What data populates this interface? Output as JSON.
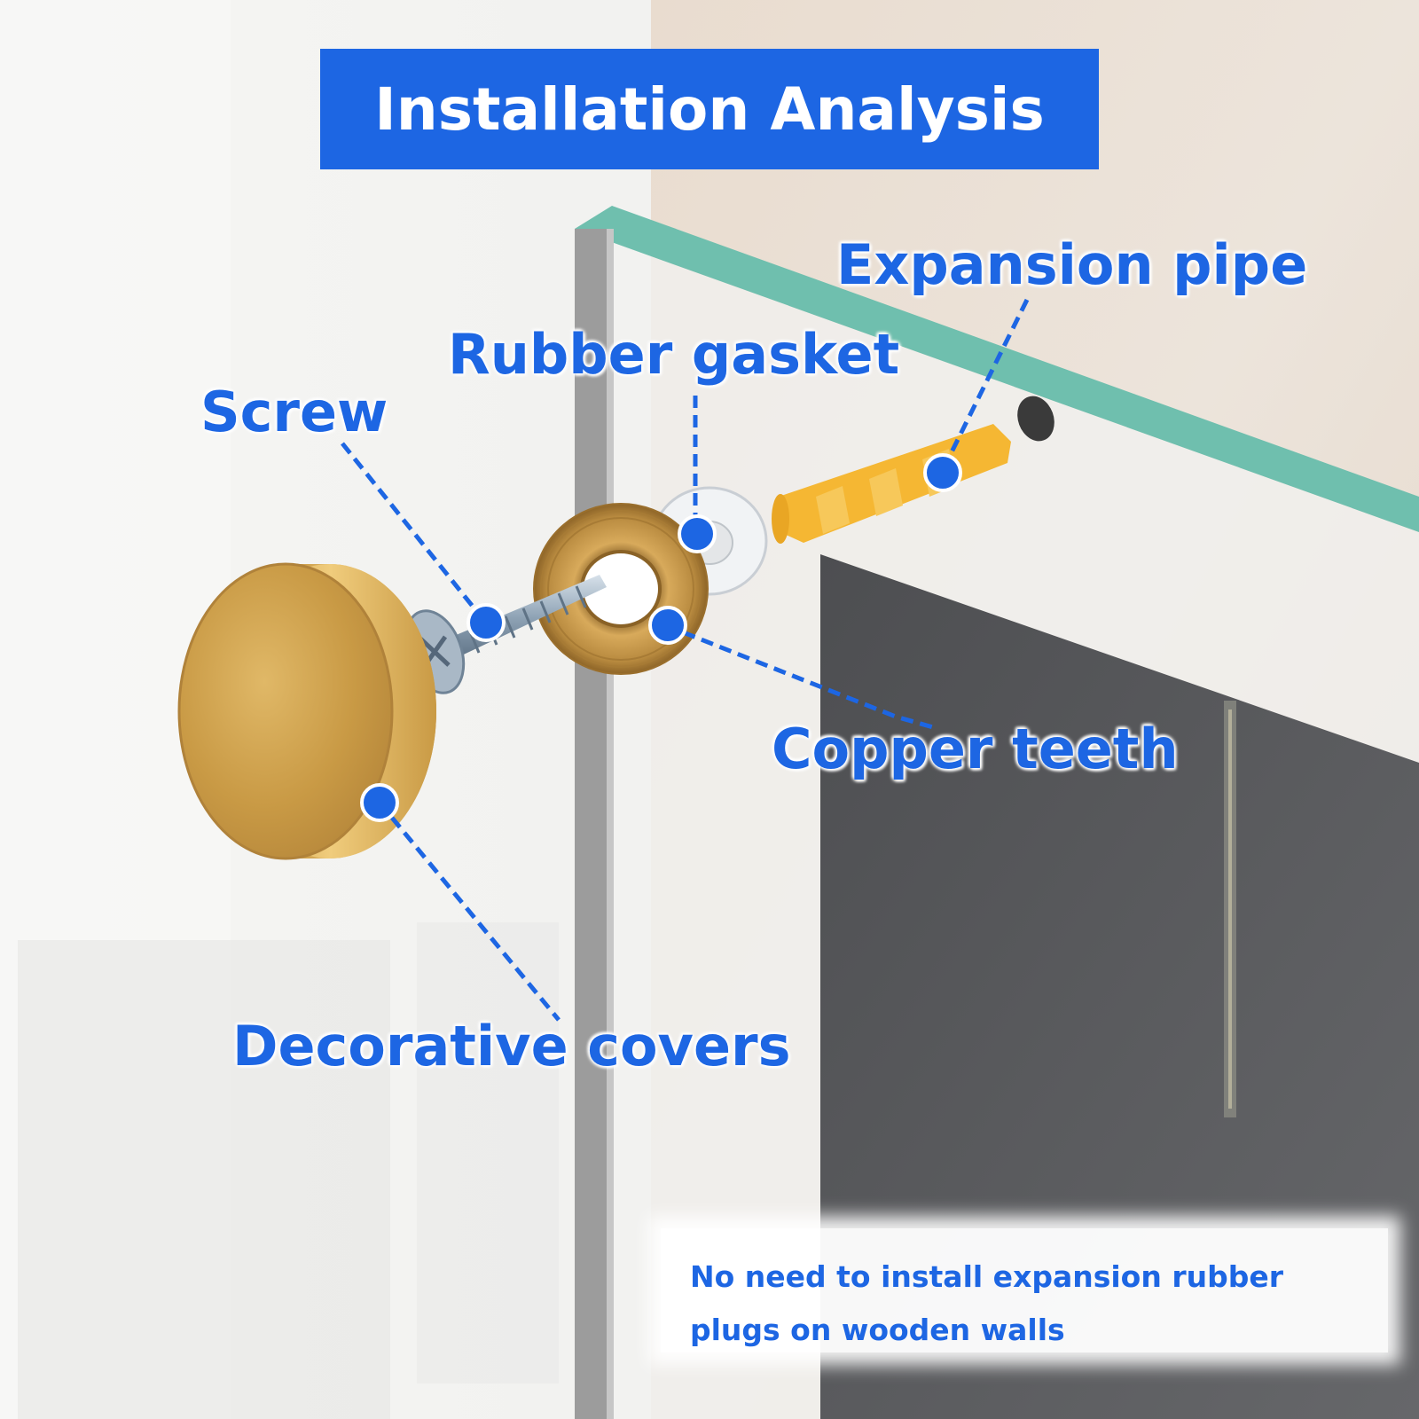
{
  "title": "Installation Analysis",
  "labels": {
    "expansion_pipe": "Expansion pipe",
    "rubber_gasket": "Rubber gasket",
    "screw": "Screw",
    "copper_teeth": "Copper teeth",
    "decorative_covers": "Decorative covers"
  },
  "note": "No need to install expansion rubber plugs on wooden walls",
  "colors": {
    "accent_blue": "#1d66e3",
    "gold": "#d9ab4f",
    "glass_edge": "#6fbfae",
    "anchor_orange": "#f5b733",
    "mirror_dark": "#56575a"
  },
  "icons": [
    "screw-icon",
    "gasket-icon",
    "copper-teeth-ring-icon",
    "expansion-anchor-icon",
    "decorative-cap-icon"
  ]
}
